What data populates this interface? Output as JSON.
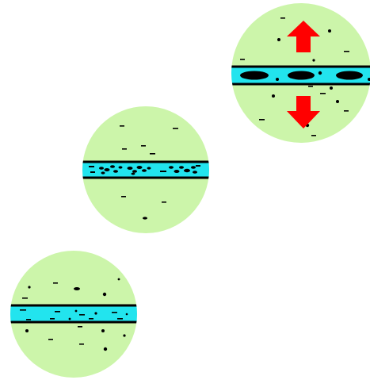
{
  "colors": {
    "background": "#ffffff",
    "circle_fill": "#ccf5aa",
    "band_fill": "#22e4ee",
    "band_border": "#000000",
    "particle": "#000000",
    "arrow": "#ff0000"
  },
  "stages": [
    {
      "stage": 1,
      "particle_size": "small",
      "arrows": false
    },
    {
      "stage": 2,
      "particle_size": "medium",
      "arrows": false
    },
    {
      "stage": 3,
      "particle_size": "large",
      "arrows": true
    }
  ]
}
